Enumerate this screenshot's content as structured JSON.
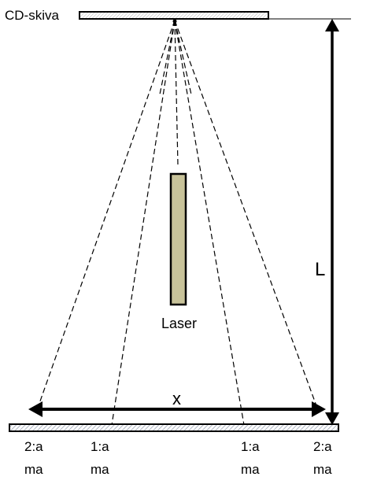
{
  "labels": {
    "disc": "CD-skiva",
    "laser": "Laser",
    "distance": "L",
    "spread": "x",
    "order2_left_line1": "2:a",
    "order2_left_line2": "ma",
    "order1_left_line1": "1:a",
    "order1_left_line2": "ma",
    "order1_right_line1": "1:a",
    "order1_right_line2": "ma",
    "order2_right_line1": "2:a",
    "order2_right_line2": "ma"
  },
  "colors": {
    "laser_body": "#c8c39a",
    "line": "#000000",
    "plate_hatch": "#9aa3b5"
  }
}
